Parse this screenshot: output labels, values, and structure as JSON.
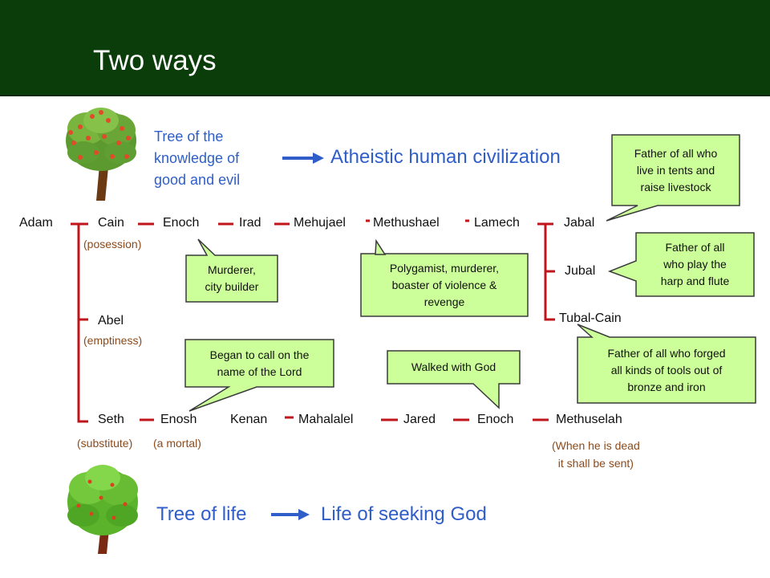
{
  "title": "Two ways",
  "top": {
    "tree_label_lines": [
      "Tree of the",
      "knowledge of",
      "good and evil"
    ],
    "result": "Atheistic human civilization"
  },
  "bottom": {
    "tree_label": "Tree of life",
    "result": "Life of seeking God"
  },
  "names": {
    "adam": "Adam",
    "cain": "Cain",
    "enoch_cain": "Enoch",
    "irad": "Irad",
    "mehujael": "Mehujael",
    "methushael": "Methushael",
    "lamech": "Lamech",
    "jabal": "Jabal",
    "jubal": "Jubal",
    "tubal_cain": "Tubal-Cain",
    "abel": "Abel",
    "seth": "Seth",
    "enosh": "Enosh",
    "kenan": "Kenan",
    "mahalalel": "Mahalalel",
    "jared": "Jared",
    "enoch_seth": "Enoch",
    "methuselah": "Methuselah"
  },
  "meanings": {
    "cain": "(posession)",
    "abel": "(emptiness)",
    "seth": "(substitute)",
    "enosh": "(a mortal)",
    "methuselah_lines": [
      "(When he is dead",
      "it shall be sent)"
    ]
  },
  "callouts": {
    "murderer": [
      "Murderer,",
      "city builder"
    ],
    "polygamist": [
      "Polygamist, murderer,",
      "boaster of violence &",
      "revenge"
    ],
    "jabal": [
      "Father of all who",
      "live in tents and",
      "raise livestock"
    ],
    "jubal": [
      "Father of all",
      "who play the",
      "harp and flute"
    ],
    "tubal": [
      "Father of all who forged",
      "all kinds of tools out of",
      "bronze and iron"
    ],
    "began": [
      "Began to call on the",
      "name of the Lord"
    ],
    "walked": [
      "Walked with God"
    ]
  },
  "colors": {
    "header": "#0b3d0b",
    "line_red": "#c0161b",
    "callout_fill": "#ccff99",
    "arrow_blue": "#2f5ec9",
    "meaning_brown": "#8b4a1b"
  }
}
